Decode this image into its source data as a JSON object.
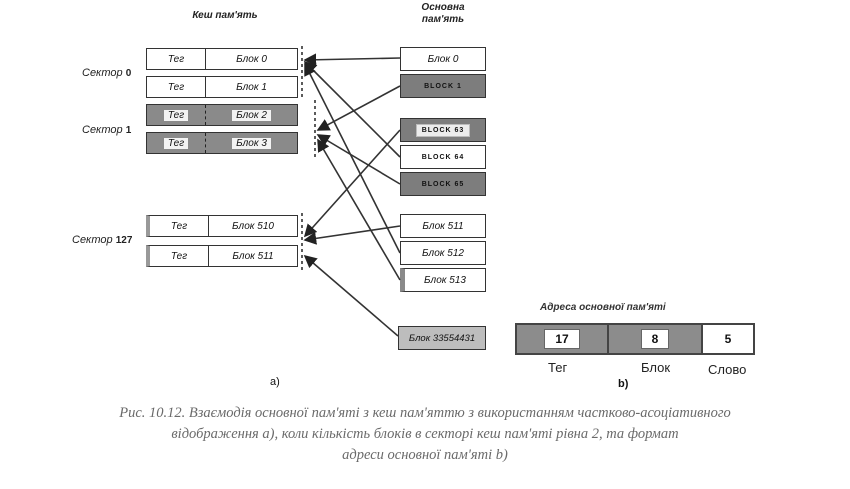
{
  "cache_header": "Кеш пам'ять",
  "main_header": [
    "Основна",
    "пам'ять"
  ],
  "sectors": [
    {
      "label": "Сектор",
      "num": "0"
    },
    {
      "label": "Сектор",
      "num": "1"
    },
    {
      "label": "Сектор",
      "num": "127"
    }
  ],
  "cache_rows": [
    {
      "tag": "Тег",
      "block": "Блок 0"
    },
    {
      "tag": "Тег",
      "block": "Блок 1"
    },
    {
      "tag": "Тег",
      "block": "Блок 2"
    },
    {
      "tag": "Тег",
      "block": "Блок 3"
    },
    {
      "tag": "Тег",
      "block": "Блок 510"
    },
    {
      "tag": "Тег",
      "block": "Блок 511"
    }
  ],
  "memory_rows": [
    "Блок 0",
    "BLOCK 1",
    "BLOCK 63",
    "BLOCK 64",
    "BLOCK 65",
    "Блок 511",
    "Блок 512",
    "Блок 513",
    "Блок 33554431"
  ],
  "label_a": "а)",
  "label_b": "b)",
  "address": {
    "title": "Адреса основної пам'яті",
    "fields": [
      {
        "value": "17",
        "label": "Тег"
      },
      {
        "value": "8",
        "label": "Блок"
      },
      {
        "value": "5",
        "label": "Слово"
      }
    ]
  },
  "caption": [
    "Рис. 10.12. Взаємодія основної пам'яті з кеш пам'яттю з використанням частково-асоціативного",
    "відображення а), коли кількість блоків в секторі кеш пам'яті рівна 2, та формат",
    "адреси основної пам'яті b)"
  ]
}
